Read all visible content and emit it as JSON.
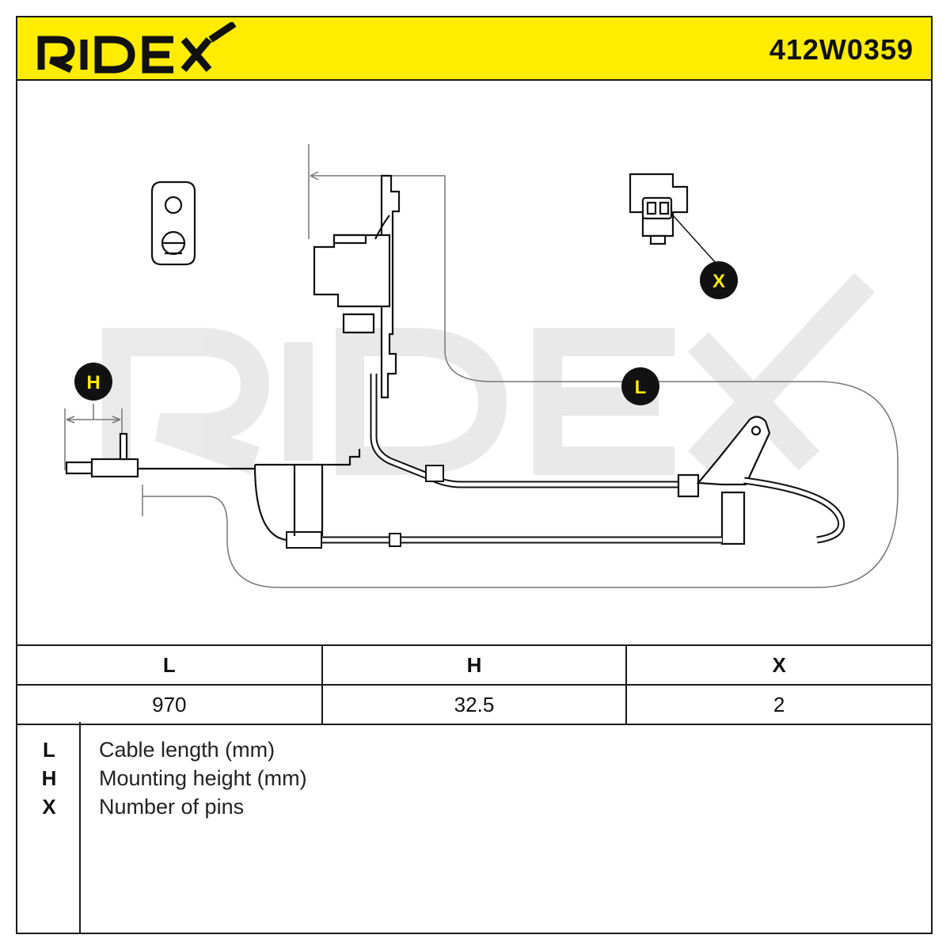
{
  "header": {
    "brand": "RIDEX",
    "part_number": "412W0359",
    "background_color": "#ffec00"
  },
  "drawing": {
    "watermark": "RIDEX",
    "callouts": {
      "H": "H",
      "L": "L",
      "X": "X"
    }
  },
  "dimensions_table": {
    "headers": [
      "L",
      "H",
      "X"
    ],
    "values": [
      "970",
      "32.5",
      "2"
    ]
  },
  "legend": [
    {
      "key": "L",
      "description": "Cable length (mm)"
    },
    {
      "key": "H",
      "description": "Mounting height (mm)"
    },
    {
      "key": "X",
      "description": "Number of pins"
    }
  ]
}
